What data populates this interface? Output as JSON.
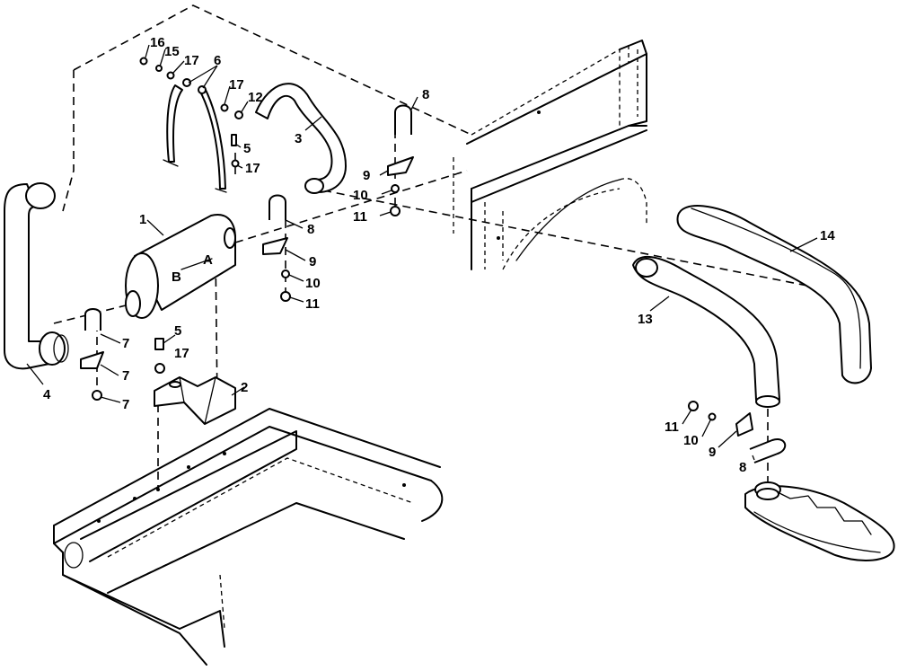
{
  "callouts": {
    "c1": "1",
    "c2": "2",
    "c3": "3",
    "c4": "4",
    "c5a": "5",
    "c5b": "5",
    "c6": "6",
    "c7a": "7",
    "c7b": "7",
    "c7c": "7",
    "c8a": "8",
    "c8b": "8",
    "c8c": "8",
    "c9a": "9",
    "c9b": "9",
    "c9c": "9",
    "c10a": "10",
    "c10b": "10",
    "c10c": "10",
    "c11a": "11",
    "c11b": "11",
    "c11c": "11",
    "c12": "12",
    "c13": "13",
    "c14": "14",
    "c15": "15",
    "c16": "16",
    "c17a": "17",
    "c17b": "17",
    "c17c": "17",
    "c17d": "17"
  },
  "muffler_marks": {
    "inlet": "A",
    "outlet": "B"
  }
}
